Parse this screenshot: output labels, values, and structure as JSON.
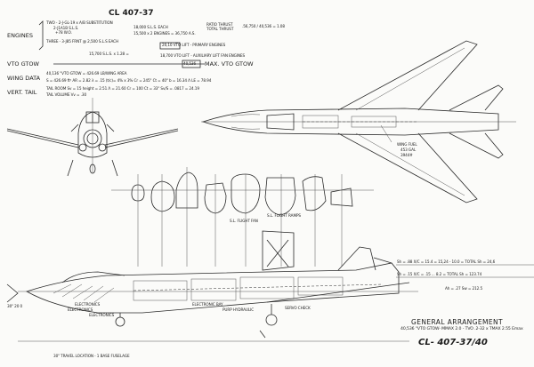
{
  "drawing": {
    "number_top": "CL 407-37",
    "number_bottom": "CL- 407-37/40",
    "title": "GENERAL ARRANGEMENT",
    "subtitle_1": "40,536 \"VTO GTOW- MMAX 2.0 - TVO .2-32 x TMAX 2.55 Emax",
    "subtitle_2": ""
  },
  "specs": {
    "engines_label": "ENGINES",
    "engine_line_1": "TWO - 2-J-GL-19 x A/B SUBSTITUTION",
    "engine_line_2": "2-J1A1B S.L.S.",
    "engine_line_3": "+78 W.O.",
    "engine_line_4": "THREE - 3-J85 FRNT @ 2,500 S.L.S EACH",
    "engine_line_5": "15,700 S.L.S. x 1.28 =",
    "thrust_each": "18,000 S.L.S. EACH",
    "thrust_total_line": "15,500 x 2 ENGINES = 36,750 A.S.",
    "ratio_label": "RATIO THRUST TOTAL THRUST",
    "ratio_value": ".56,750 / 40,536 = 1.08",
    "vto_lift": "20,10 VTO LIFT - PRIMARY ENGINES",
    "aux_lift": "18,700 VTO LIFT - AUXILIARY LIFT FAN ENGINES",
    "vto_gtow_label": "VTO GTOW",
    "max_gtow_value": "40,536",
    "max_gtow_text": "MAX. VTO GTOW",
    "wing_data_label": "WING DATA",
    "wing_line_1": "40,136 \"VTO GTOW = 426.69 LB/WING AREA",
    "wing_line_2": "S = 426.69 ft²   AR = 2.82   λ = .15   (t/c)= 4% x 3%   Cr = 245\"   Ct = 40\"   b = 16.34   Λ LE = 78.94",
    "vert_tail_label": "VERT. TAIL",
    "tail_line_1": "TAIL ROOM Sv = 15   height = 2.51   Λ = 21.60   Cr = 100   Ct = 33\"   Sv/S = .0817 = 24.19",
    "tail_line_2": "TAIL VOLUME Vv = .30"
  },
  "plan_view": {
    "wing_fuel_label": "WING FUEL",
    "wing_fuel_gal": "453 GAL",
    "wing_fuel_lb": "3944#"
  },
  "side_view": {
    "notes": [
      "S.L. FLIGHT FAN",
      "S.L. FLIGHT RAMPS",
      "ELECTRONICS",
      "ELECTRONICS",
      "ELECTRONICS",
      "ELECTRONIC BAY",
      "PURP HYDRAULIC",
      "SERVO CHECK"
    ],
    "horiz_tail_line_1": "Sh = .88   X/C = 15.4 = 15,24 - 10.0 = TOTAL Sh = 24,6",
    "horiz_tail_line_2": "Sh = .15   X/C = .15 ... 8.2 = TOTAL Sh = 123.74",
    "area_line": "Ah = .27   Sw = 212.5",
    "ground_note": "30\" TRAVEL LOCATION - 1 BASE FUSELAGE",
    "datum_note": "30\" 20 0"
  },
  "colors": {
    "ink": "#2a2a2a",
    "paper": "#fbfbf9"
  }
}
